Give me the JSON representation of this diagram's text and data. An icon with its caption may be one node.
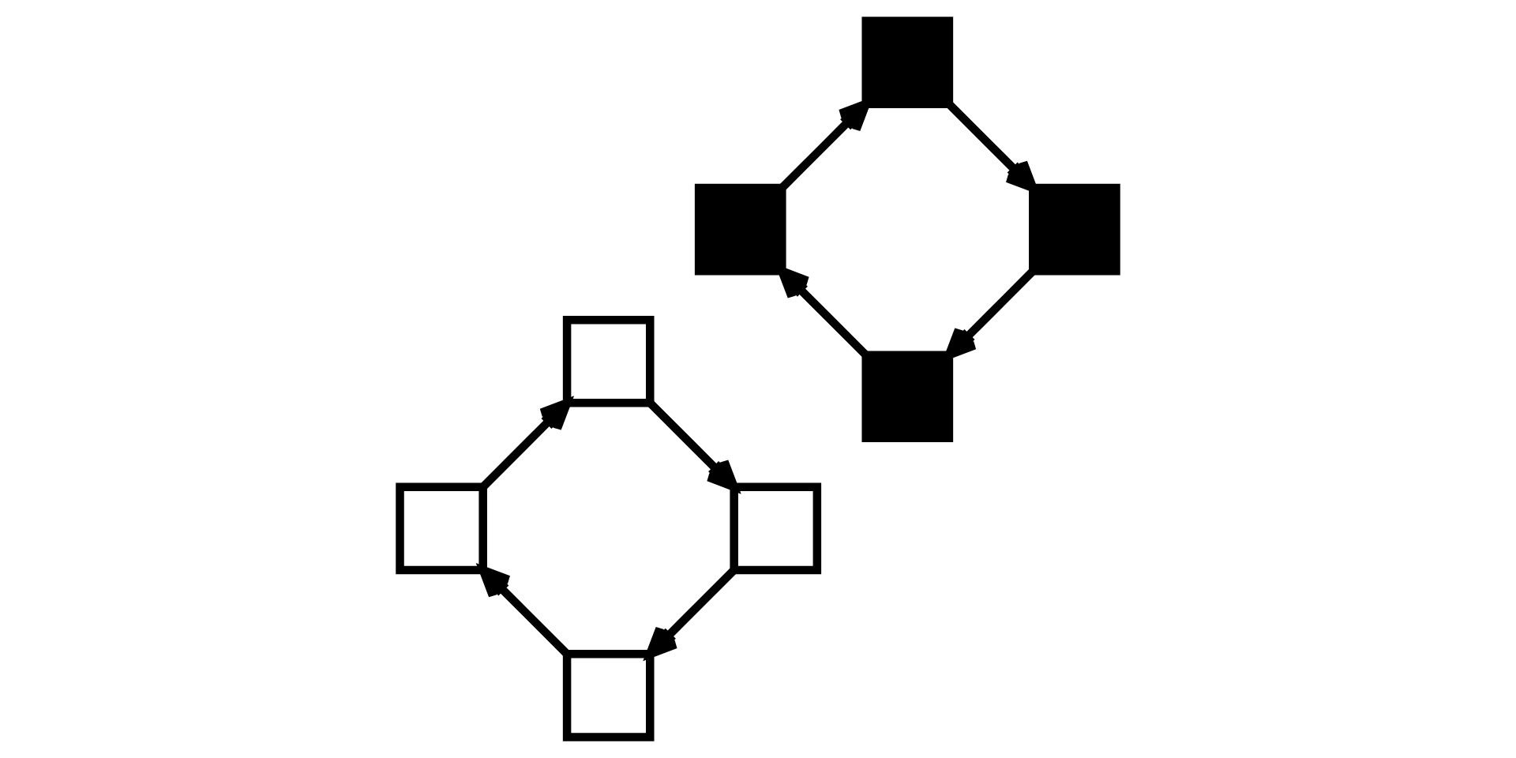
{
  "diagram": {
    "nodes": [
      {
        "text": [],
        "shape": "box"
      },
      {
        "text": [],
        "shape": "box"
      },
      {
        "text": [],
        "shape": "box"
      },
      {
        "text": [],
        "shape": "box"
      },
      {
        "text": [],
        "shape": "box"
      },
      {
        "text": [],
        "shape": "box"
      },
      {
        "text": [],
        "shape": "box"
      },
      {
        "text": [],
        "shape": "box"
      }
    ],
    "edges": [
      {
        "from": 0,
        "to": 2,
        "arrow": "to"
      },
      {
        "from": 2,
        "to": 3,
        "arrow": "to"
      },
      {
        "from": 3,
        "to": 1,
        "arrow": "to"
      },
      {
        "from": 1,
        "to": 0,
        "arrow": "to"
      },
      {
        "from": 4,
        "to": 6,
        "arrow": "to"
      },
      {
        "from": 6,
        "to": 7,
        "arrow": "to"
      },
      {
        "from": 7,
        "to": 5,
        "arrow": "to"
      },
      {
        "from": 5,
        "to": 4,
        "arrow": "to"
      }
    ]
  }
}
